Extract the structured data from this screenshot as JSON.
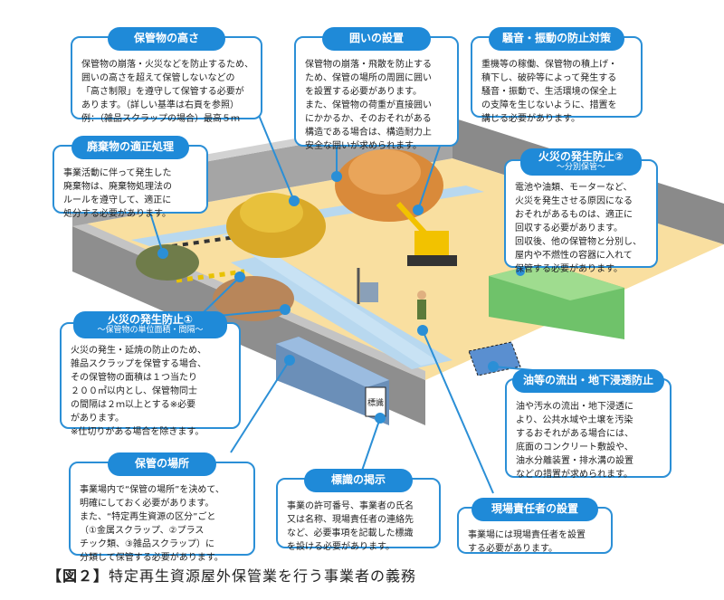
{
  "callouts": {
    "height": {
      "title": "保管物の高さ",
      "body": "保管物の崩落・火災などを防止するため、\n囲いの高さを超えて保管しないなどの\n「高さ制限」を遵守して保管する必要が\nあります。（詳しい基準は右頁を参照）\n例：（雑品スクラップの場合）最高５ｍ"
    },
    "enclosure": {
      "title": "囲いの設置",
      "body": "保管物の崩落・飛散を防止する\nため、保管の場所の周囲に囲い\nを設置する必要があります。\nまた、保管物の荷重が直接囲い\nにかかるか、そのおそれがある\n構造である場合は、構造耐力上\n安全な囲いが求められます。"
    },
    "noise": {
      "title": "騒音・振動の防止対策",
      "body": "重機等の稼働、保管物の積上げ・\n積下し、破砕等によって発生する\n騒音・振動で、生活環境の保全上\nの支障を生じないように、措置を\n講じる必要があります。"
    },
    "waste": {
      "title": "廃棄物の適正処理",
      "body": "事業活動に伴って発生した\n廃棄物は、廃棄物処理法の\nルールを遵守して、適正に\n処分する必要があります。"
    },
    "fire2": {
      "title": "火災の発生防止②",
      "subtitle": "～分別保管～",
      "body": "電池や油類、モーターなど、\n火災を発生させる原因になる\nおそれがあるものは、適正に\n回収する必要があります。\n回収後、他の保管物と分別し、\n屋内や不燃性の容器に入れて\n保管する必要があります。"
    },
    "fire1": {
      "title": "火災の発生防止①",
      "subtitle": "～保管物の単位面積・間隔～",
      "body": "火災の発生・延焼の防止のため、\n雑品スクラップを保管する場合、\nその保管物の面積は１つ当たり\n２００㎡以内とし、保管物同士\nの間隔は２ｍ以上とする※必要\nがあります。\n※仕切りがある場合を除きます。"
    },
    "oil": {
      "title": "油等の流出・地下浸透防止",
      "body": "油や汚水の流出・地下浸透に\nより、公共水域や土壌を汚染\nするおそれがある場合には、\n底面のコンクリート敷設や、\n油水分離装置・排水溝の設置\nなどの措置が求められます。"
    },
    "place": {
      "title": "保管の場所",
      "body": "事業場内で“保管の場所”を決めて、\n明確にしておく必要があります。\nまた、“特定再生資源の区分”ごと\n（①金属スクラップ、②プラス\nチック類、③雑品スクラップ）に\n分類して保管する必要があります。"
    },
    "sign": {
      "title": "標識の掲示",
      "body": "事業の許可番号、事業者の氏名\n又は名称、現場責任者の連絡先\nなど、必要事項を記載した標識\nを設ける必要があります。"
    },
    "manager": {
      "title": "現場責任者の設置",
      "body": "事業場には現場責任者を設置\nする必要があります。"
    }
  },
  "scene": {
    "sign_label": "標識"
  },
  "caption": {
    "figure": "【図２】",
    "text": "特定再生資源屋外保管業を行う事業者の義務"
  },
  "colors": {
    "callout_border": "#2b8fd6",
    "title_bg": "#1f8ad8",
    "ground": "#f9dfa0",
    "wall": "#9a9a9a",
    "path": "#b8d8ef"
  }
}
